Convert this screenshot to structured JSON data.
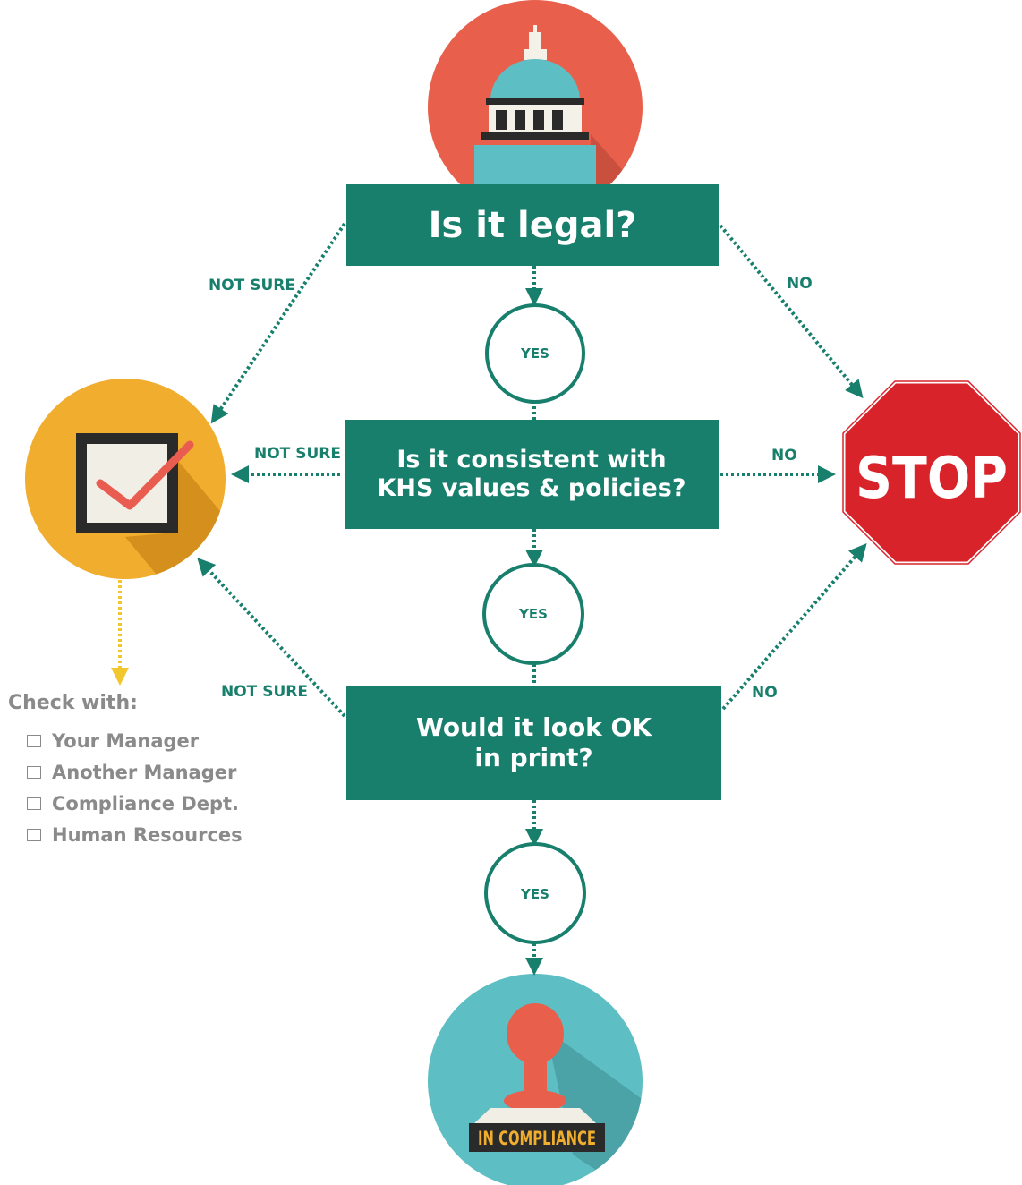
{
  "questions": {
    "q1": "Is it legal?",
    "q2_line1": "Is it consistent with",
    "q2_line2": "KHS values & policies?",
    "q3_line1": "Would it look OK",
    "q3_line2": "in print?"
  },
  "answers": {
    "yes": "YES",
    "no": "NO",
    "not_sure": "NOT SURE"
  },
  "stop_sign": {
    "text": "STOP"
  },
  "stamp": {
    "text": "IN COMPLIANCE"
  },
  "check_with": {
    "title": "Check with:",
    "items": [
      "Your Manager",
      "Another Manager",
      "Compliance Dept.",
      "Human Resources"
    ]
  },
  "icons": [
    "capitol-building-icon",
    "checkbox-icon",
    "stop-sign-icon",
    "compliance-stamp-icon"
  ],
  "colors": {
    "teal": "#177f6c",
    "capitol_circle": "#e8604c",
    "check_circle": "#f0ad2e",
    "stop_red": "#d8232a",
    "stamp_circle": "#5dbec3",
    "check_arrow": "#f2c72e",
    "gray_text": "#8a8a8a"
  }
}
